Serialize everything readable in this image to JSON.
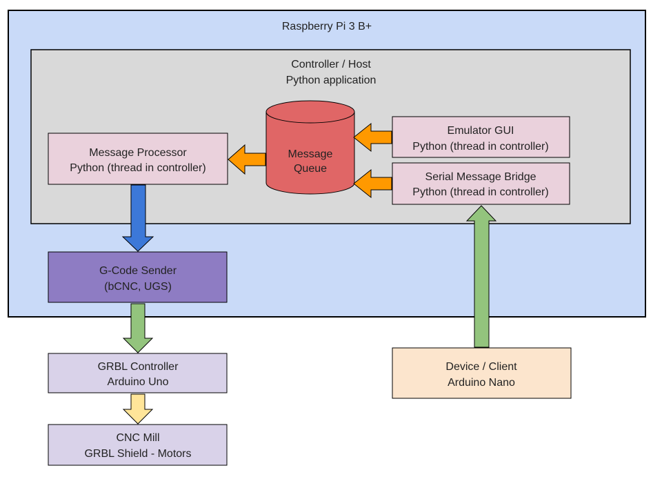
{
  "colors": {
    "pi_fill": "#c9daf8",
    "controller_fill": "#d9d9d9",
    "component_fill": "#ead1dc",
    "queue_fill": "#e06666",
    "sender_fill": "#8e7cc3",
    "grbl_fill": "#d9d2e9",
    "device_fill": "#fce5cd",
    "arrow_orange": "#ff9900",
    "arrow_blue": "#3c78d8",
    "arrow_green": "#93c47d",
    "arrow_yellow": "#ffe599",
    "stroke": "#000000"
  },
  "pi": {
    "title": "Raspberry Pi 3 B+"
  },
  "controller": {
    "line1": "Controller / Host",
    "line2": "Python application"
  },
  "queue": {
    "line1": "Message",
    "line2": "Queue"
  },
  "processor": {
    "line1": "Message Processor",
    "line2": "Python (thread in controller)"
  },
  "emulator": {
    "line1": "Emulator GUI",
    "line2": "Python (thread in controller)"
  },
  "bridge": {
    "line1": "Serial Message Bridge",
    "line2": "Python (thread in controller)"
  },
  "sender": {
    "line1": "G-Code Sender",
    "line2": "(bCNC, UGS)"
  },
  "grbl": {
    "line1": "GRBL Controller",
    "line2": "Arduino Uno"
  },
  "mill": {
    "line1": "CNC Mill",
    "line2": "GRBL Shield - Motors"
  },
  "device": {
    "line1": "Device / Client",
    "line2": "Arduino Nano"
  }
}
